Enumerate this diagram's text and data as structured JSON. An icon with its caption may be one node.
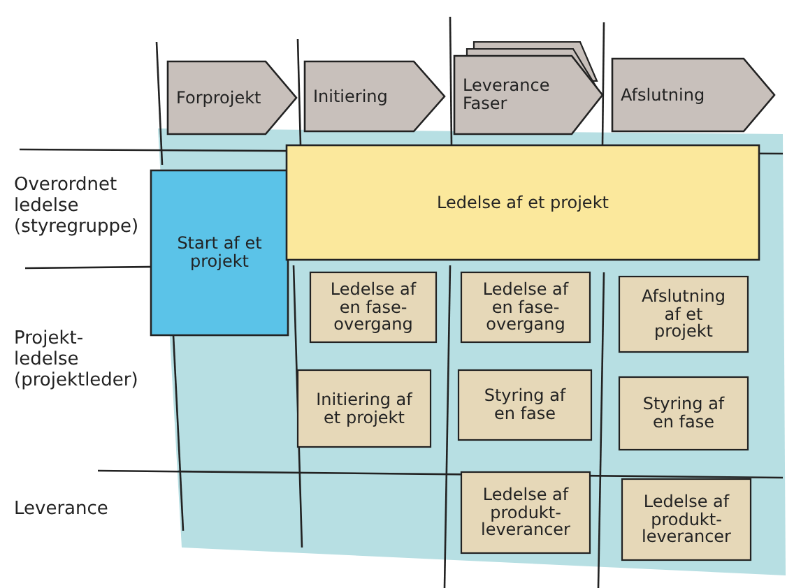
{
  "diagram": {
    "nodes": [
      {
        "text": [
          "Forprojekt"
        ]
      },
      {
        "text": [
          "Initiering"
        ]
      },
      {
        "text": [
          "Leverance Faser"
        ]
      },
      {
        "text": [
          "Afslutning"
        ]
      },
      {
        "text": [
          "Start af et projekt"
        ]
      },
      {
        "text": [
          "Ledelse af et projekt"
        ]
      },
      {
        "text": [
          "Ledelse af en fase- overgang"
        ]
      },
      {
        "text": [
          "Ledelse af en fase- overgang"
        ]
      },
      {
        "text": [
          "Afslutning af et projekt"
        ]
      },
      {
        "text": [
          "Initiering af et projekt"
        ]
      },
      {
        "text": [
          "Styring af en fase"
        ]
      },
      {
        "text": [
          "Styring af en fase"
        ]
      },
      {
        "text": [
          "Ledelse af produkt- leverancer"
        ]
      },
      {
        "text": [
          "Ledelse af produkt- leverancer"
        ]
      }
    ],
    "labels": [
      "Overordnet ledelse (styregruppe)",
      "Projekt- ledelse (projektleder)",
      "Leverance"
    ]
  }
}
